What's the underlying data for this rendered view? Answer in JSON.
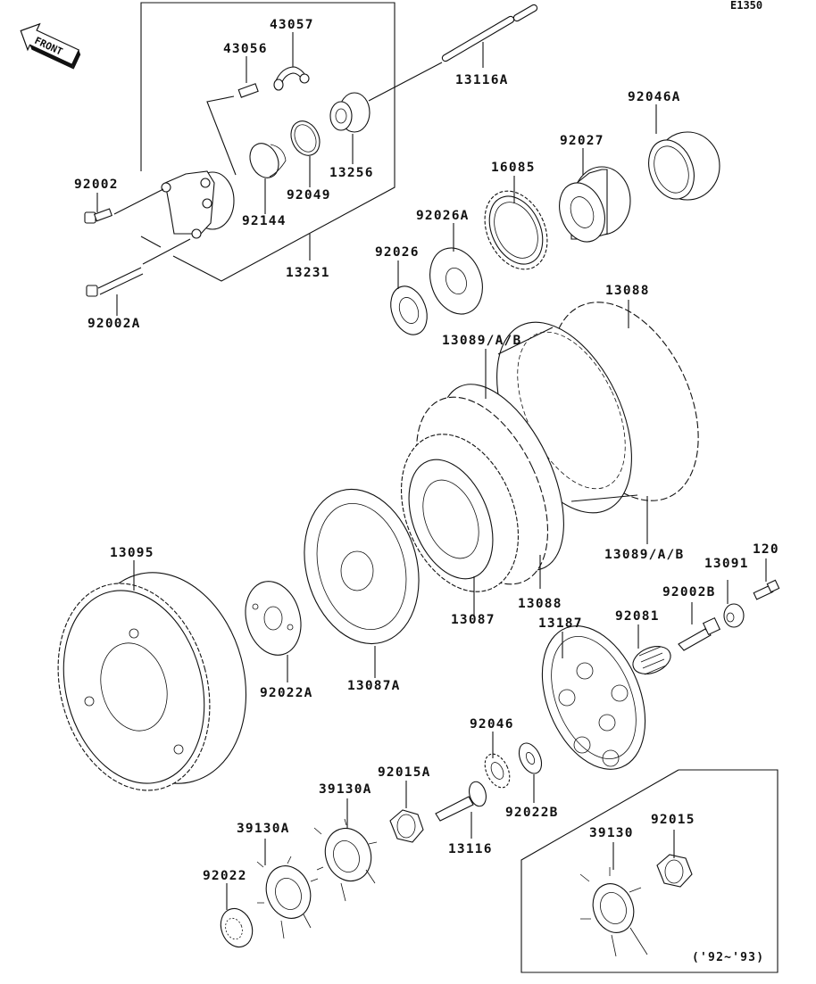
{
  "diagram": {
    "code": "E1350",
    "front_label": "FRONT",
    "note": "('92~'93)",
    "parts": [
      {
        "id": "43057",
        "label": "43057"
      },
      {
        "id": "43056",
        "label": "43056"
      },
      {
        "id": "13116A",
        "label": "13116A"
      },
      {
        "id": "92046A",
        "label": "92046A"
      },
      {
        "id": "92027",
        "label": "92027"
      },
      {
        "id": "16085",
        "label": "16085"
      },
      {
        "id": "92002",
        "label": "92002"
      },
      {
        "id": "92144",
        "label": "92144"
      },
      {
        "id": "92049",
        "label": "92049"
      },
      {
        "id": "13256",
        "label": "13256"
      },
      {
        "id": "13231",
        "label": "13231"
      },
      {
        "id": "92026A",
        "label": "92026A"
      },
      {
        "id": "92026",
        "label": "92026"
      },
      {
        "id": "92002A",
        "label": "92002A"
      },
      {
        "id": "13088-top",
        "label": "13088"
      },
      {
        "id": "13089-top",
        "label": "13089/A/B"
      },
      {
        "id": "13095",
        "label": "13095"
      },
      {
        "id": "13089-bottom",
        "label": "13089/A/B"
      },
      {
        "id": "120",
        "label": "120"
      },
      {
        "id": "13091",
        "label": "13091"
      },
      {
        "id": "92002B",
        "label": "92002B"
      },
      {
        "id": "13088-bottom",
        "label": "13088"
      },
      {
        "id": "13087",
        "label": "13087"
      },
      {
        "id": "13187",
        "label": "13187"
      },
      {
        "id": "92081",
        "label": "92081"
      },
      {
        "id": "92022A",
        "label": "92022A"
      },
      {
        "id": "13087A",
        "label": "13087A"
      },
      {
        "id": "92046",
        "label": "92046"
      },
      {
        "id": "92015A",
        "label": "92015A"
      },
      {
        "id": "39130A-upper",
        "label": "39130A"
      },
      {
        "id": "92022B",
        "label": "92022B"
      },
      {
        "id": "13116",
        "label": "13116"
      },
      {
        "id": "39130A-lower",
        "label": "39130A"
      },
      {
        "id": "92022",
        "label": "92022"
      },
      {
        "id": "39130",
        "label": "39130"
      },
      {
        "id": "92015",
        "label": "92015"
      }
    ]
  }
}
